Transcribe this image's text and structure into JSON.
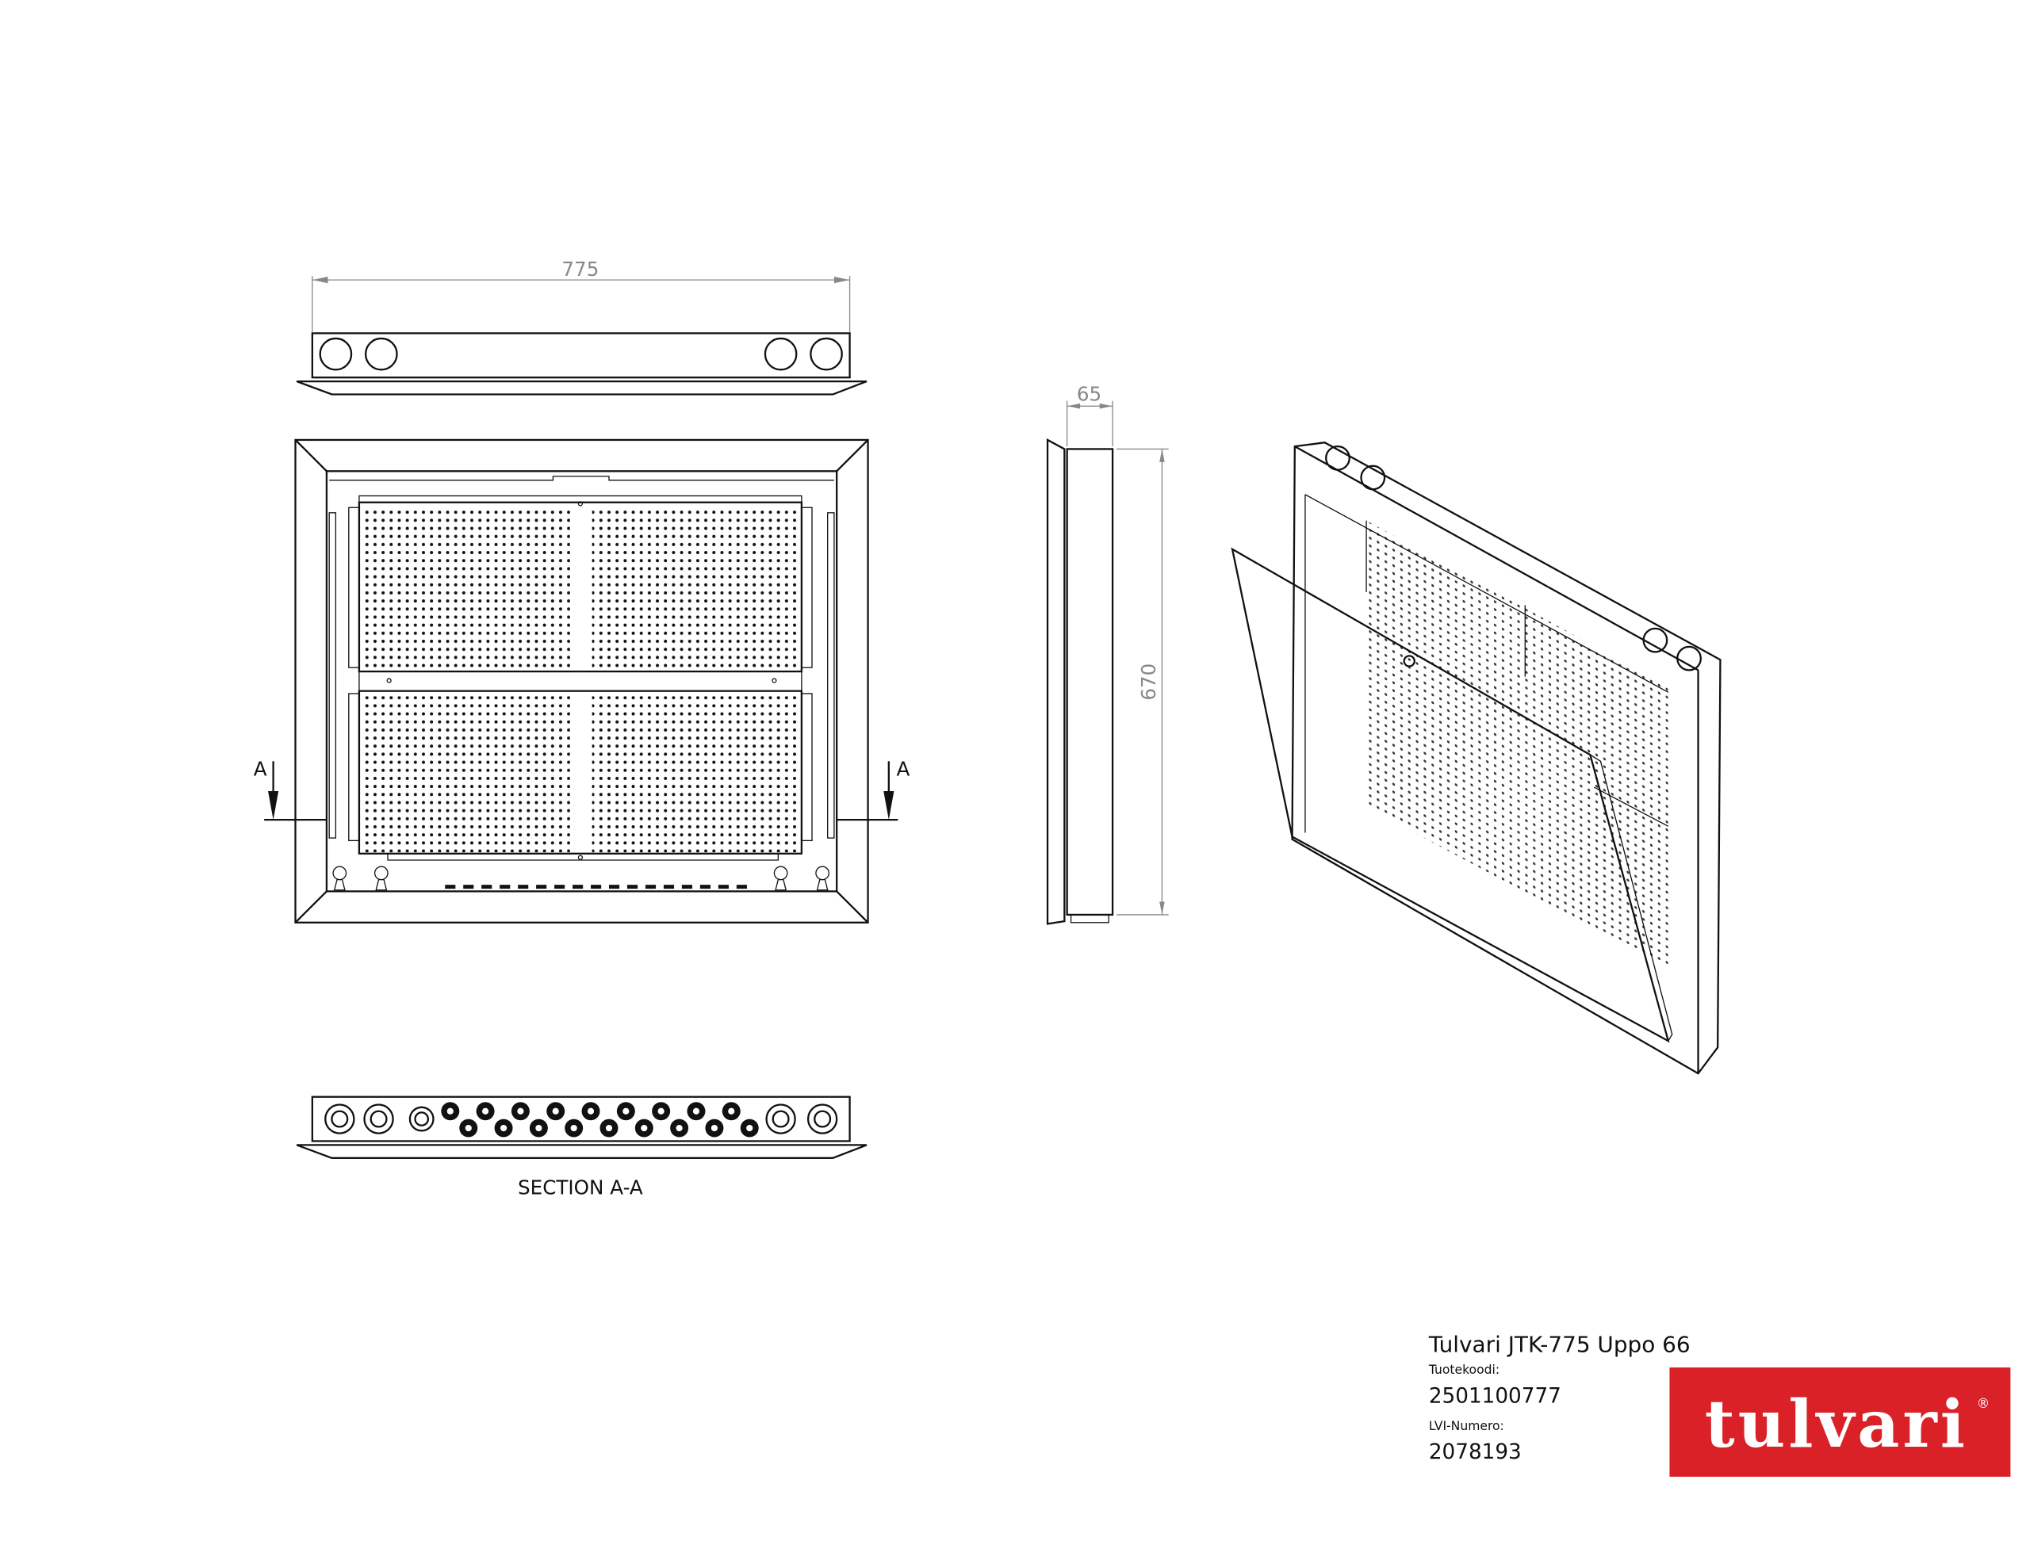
{
  "drawing": {
    "dimensions": {
      "width": "775",
      "depth": "65",
      "height": "670"
    },
    "section_marker": "A",
    "section_label": "SECTION A-A"
  },
  "title_block": {
    "product_name": "Tulvari JTK-775 Uppo 66",
    "product_code_label": "Tuotekoodi:",
    "product_code": "2501100777",
    "lvi_label": "LVI-Numero:",
    "lvi_number": "2078193"
  },
  "logo": {
    "text": "tulvari",
    "registered": "®",
    "color": "#DA2128"
  }
}
